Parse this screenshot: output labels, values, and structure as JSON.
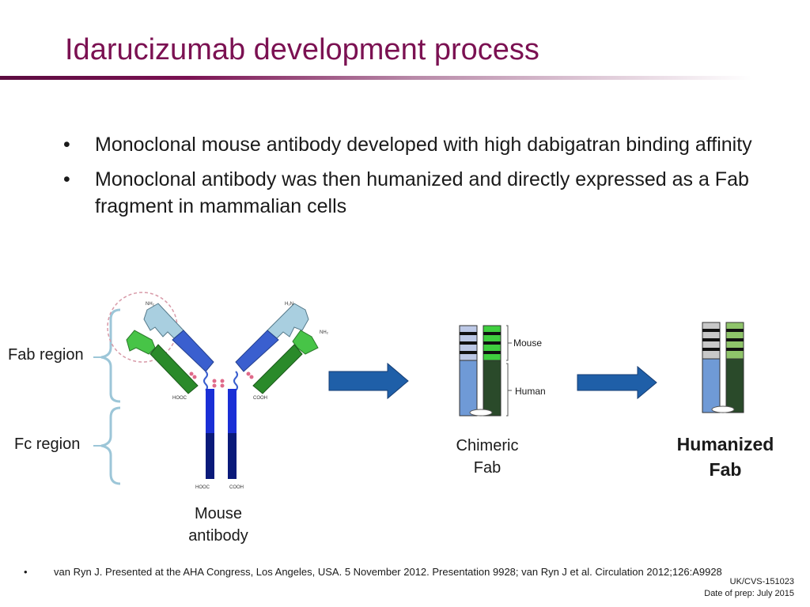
{
  "title": "Idarucizumab development process",
  "bullets": [
    {
      "text": "Monoclonal mouse antibody developed with high dabigatran binding affinity"
    },
    {
      "text": "Monoclonal antibody was then humanized and directly expressed as a Fab fragment in mammalian cells"
    }
  ],
  "bullet_glyph": "•",
  "diagram": {
    "fab_region_label": "Fab region",
    "fc_region_label": "Fc region",
    "mouse_antibody_caption_line1": "Mouse",
    "mouse_antibody_caption_line2": "antibody",
    "chimeric_caption_line1": "Chimeric",
    "chimeric_caption_line2": "Fab",
    "humanized_caption_line1": "Humanized",
    "humanized_caption_line2": "Fab",
    "mouse_segment_label": "Mouse",
    "human_segment_label": "Human",
    "terminus_labels": {
      "nh2_left": "NH₂",
      "h2n_right": "H₂N",
      "nh2_right": "NH₂",
      "hooc_left": "HOOC",
      "cooh_left": "COOH",
      "hooc_bottom": "HOOC",
      "cooh_bottom": "COOH"
    },
    "colors": {
      "heavy_chain_blue": "#3a5fcf",
      "light_chain_green": "#2a8a2a",
      "fc_blue": "#1a2fd6",
      "fc_dark": "#0a1a7a",
      "variable_light_blue": "#a9cfe0",
      "variable_light_green": "#47c447",
      "arrow_blue": "#1f5fa8",
      "brace_blue": "#9cc6d8"
    }
  },
  "footnote": {
    "bullet": "•",
    "text": "van Ryn J. Presented at the AHA Congress, Los Angeles, USA. 5 November 2012. Presentation 9928; van Ryn J et al. Circulation 2012;126:A9928"
  },
  "meta": {
    "code": "UK/CVS-151023",
    "date_of_prep": "Date of prep: July 2015"
  }
}
